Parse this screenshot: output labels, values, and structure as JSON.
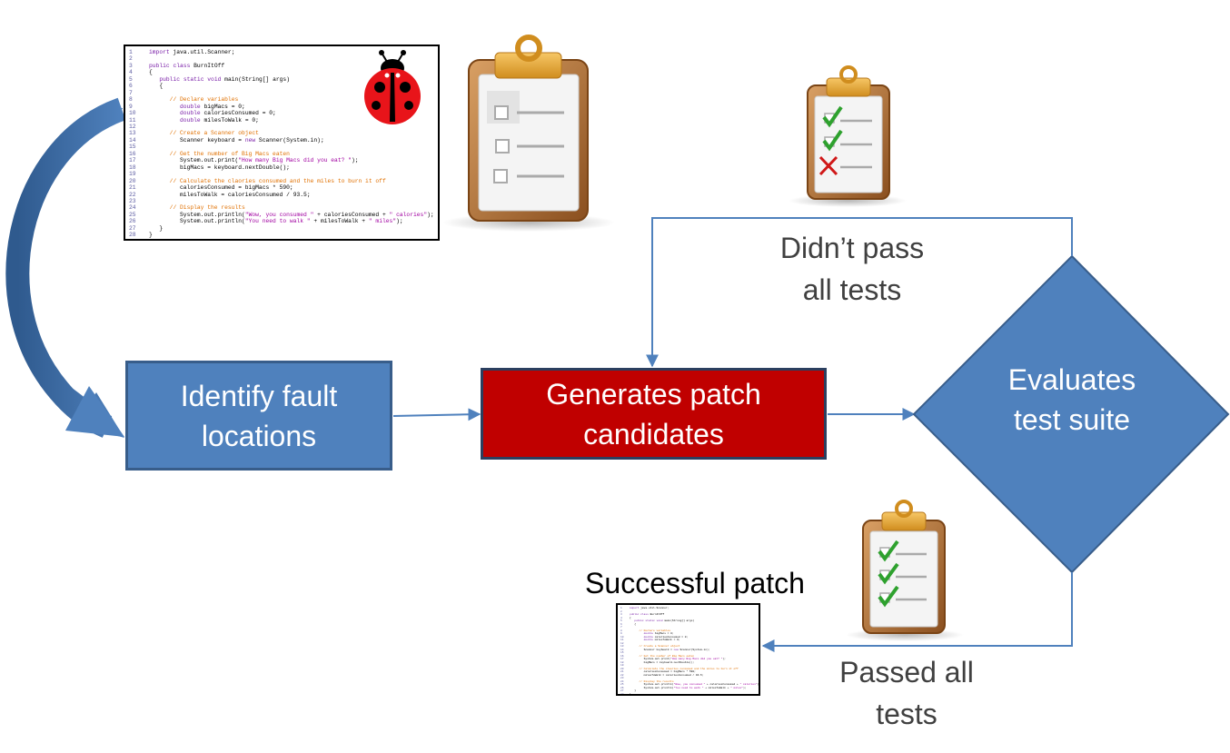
{
  "colors": {
    "box_blue": "#4f81bd",
    "box_red": "#c00000",
    "arrow": "#4f81bd",
    "curved_arrow": "#3d6ea8"
  },
  "nodes": {
    "identify": "Identify fault\nlocations",
    "generate": "Generates patch\ncandidates",
    "evaluate": "Evaluates\ntest suite"
  },
  "edges": {
    "fail": "Didn’t pass\nall tests",
    "pass": "Passed all\ntests"
  },
  "successful_patch_label": "Successful patch",
  "icons": [
    "ladybug-icon",
    "blank-checklist-clipboard-icon",
    "failed-checklist-clipboard-icon",
    "passed-checklist-clipboard-icon"
  ],
  "code": {
    "lines": [
      {
        "n": "1",
        "t": "import java.util.Scanner;"
      },
      {
        "n": "2",
        "t": ""
      },
      {
        "n": "3",
        "t": "public class BurnItOff"
      },
      {
        "n": "4",
        "t": "{"
      },
      {
        "n": "5",
        "t": "   public static void main(String[] args)"
      },
      {
        "n": "6",
        "t": "   {"
      },
      {
        "n": "7",
        "t": ""
      },
      {
        "n": "8",
        "t": "      // Declare variables"
      },
      {
        "n": "9",
        "t": "         double bigMacs = 0;"
      },
      {
        "n": "10",
        "t": "         double caloriesConsumed = 0;"
      },
      {
        "n": "11",
        "t": "         double milesToWalk = 0;"
      },
      {
        "n": "12",
        "t": ""
      },
      {
        "n": "13",
        "t": "      // Create a Scanner object"
      },
      {
        "n": "14",
        "t": "         Scanner keyboard = new Scanner(System.in);"
      },
      {
        "n": "15",
        "t": ""
      },
      {
        "n": "16",
        "t": "      // Get the number of Big Macs eaten"
      },
      {
        "n": "17",
        "t": "         System.out.print(\"How many Big Macs did you eat? \");"
      },
      {
        "n": "18",
        "t": "         bigMacs = keyboard.nextDouble();"
      },
      {
        "n": "19",
        "t": ""
      },
      {
        "n": "20",
        "t": "      // Calculate the claories consumed and the miles to burn it off"
      },
      {
        "n": "21",
        "t": "         caloriesConsumed = bigMacs * 590;"
      },
      {
        "n": "22",
        "t": "         milesToWalk = caloriesConsumed / 93.5;"
      },
      {
        "n": "23",
        "t": ""
      },
      {
        "n": "24",
        "t": "      // Display the results"
      },
      {
        "n": "25",
        "t": "         System.out.println(\"Wow, you consumed \" + caloriesConsumed + \" calories\");"
      },
      {
        "n": "26",
        "t": "         System.out.println(\"You need to walk \" + milesToWalk + \" miles\");"
      },
      {
        "n": "27",
        "t": "   }"
      },
      {
        "n": "28",
        "t": "}"
      }
    ]
  }
}
